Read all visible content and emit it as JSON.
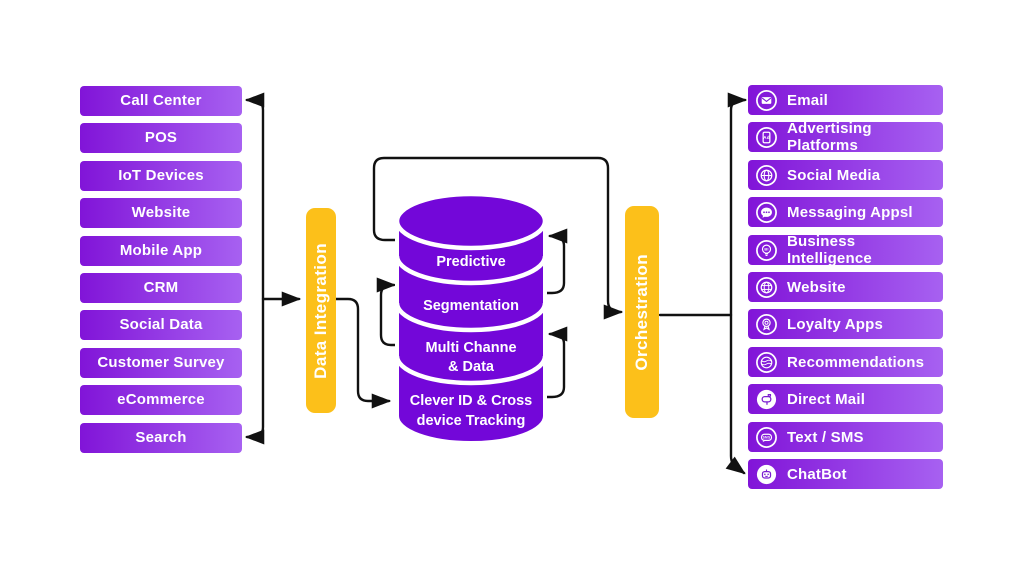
{
  "diagram": {
    "left_column": {
      "items": [
        "Call Center",
        "POS",
        "IoT Devices",
        "Website",
        "Mobile App",
        "CRM",
        "Social Data",
        "Customer Survey",
        "eCommerce",
        "Search"
      ]
    },
    "integration_bar": {
      "label": "Data Integration"
    },
    "orchestration_bar": {
      "label": "Orchestration"
    },
    "cylinder": {
      "sections": [
        {
          "lines": [
            "Predictive"
          ]
        },
        {
          "lines": [
            "Segmentation"
          ]
        },
        {
          "lines": [
            "Multi Channe",
            "&  Data"
          ]
        },
        {
          "lines": [
            "Clever ID & Cross",
            "device Tracking"
          ]
        }
      ]
    },
    "right_column": {
      "items": [
        {
          "label": "Email",
          "icon": "email-icon"
        },
        {
          "label": "Advertising Platforms",
          "icon": "advertising-platforms-icon",
          "icon_text": "Ad"
        },
        {
          "label": "Social Media",
          "icon": "social-media-icon"
        },
        {
          "label": "Messaging Appsl",
          "icon": "messaging-apps-icon"
        },
        {
          "label": "Business Intelligence",
          "icon": "business-intelligence-icon",
          "icon_text": "BI"
        },
        {
          "label": "Website",
          "icon": "website-icon"
        },
        {
          "label": "Loyalty Apps",
          "icon": "loyalty-apps-icon"
        },
        {
          "label": "Recommendations",
          "icon": "recommendations-icon"
        },
        {
          "label": "Direct Mail",
          "icon": "direct-mail-icon"
        },
        {
          "label": "Text / SMS",
          "icon": "text-sms-icon",
          "icon_text": "SMS"
        },
        {
          "label": "ChatBot",
          "icon": "chatbot-icon"
        }
      ]
    },
    "colors": {
      "node_gradient_start": "#8114d8",
      "node_gradient_end": "#a761f1",
      "cylinder_purple": "#7307d9",
      "accent_yellow": "#fcc01a",
      "connector_black": "#111111",
      "label_white": "#ffffff"
    }
  }
}
